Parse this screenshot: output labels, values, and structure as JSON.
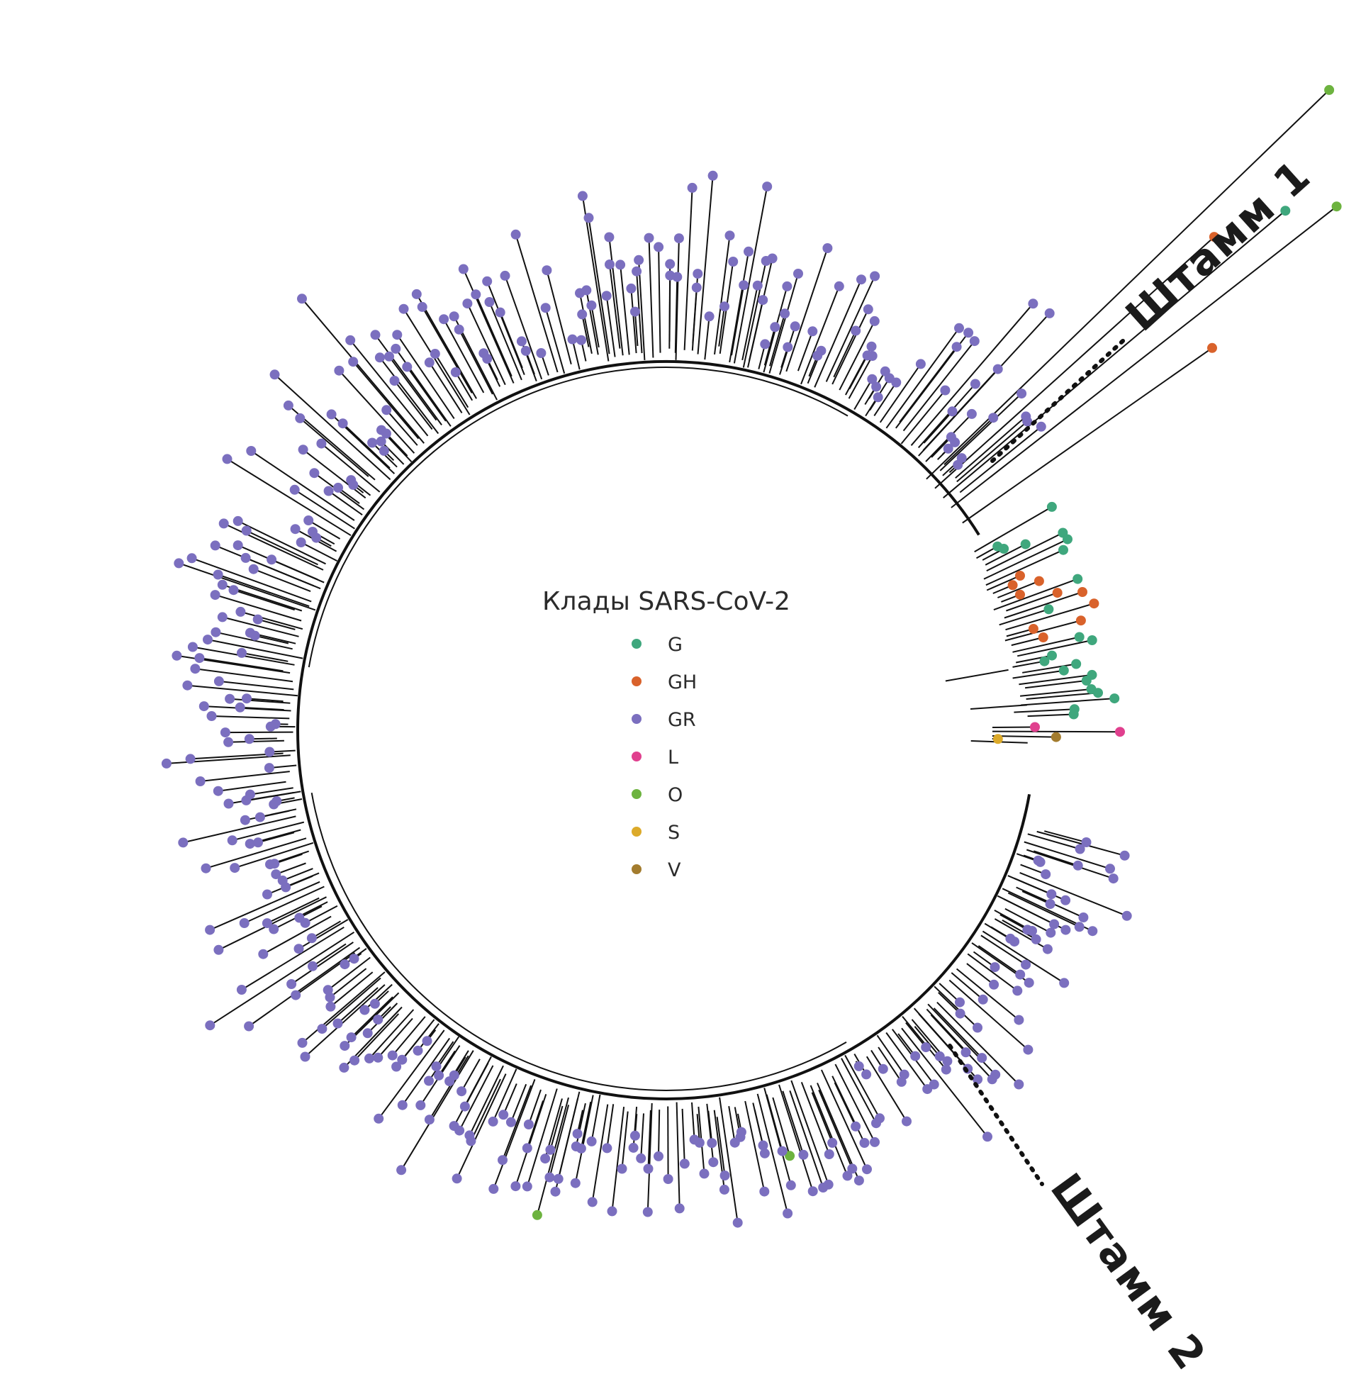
{
  "legend": {
    "title": "Клады SARS-CoV-2",
    "items": [
      {
        "clade": "G",
        "color": "#3fa77d"
      },
      {
        "clade": "GH",
        "color": "#d9622b"
      },
      {
        "clade": "GR",
        "color": "#7b6fbf"
      },
      {
        "clade": "L",
        "color": "#e0408e"
      },
      {
        "clade": "O",
        "color": "#6db33f"
      },
      {
        "clade": "S",
        "color": "#dcaa2a"
      },
      {
        "clade": "V",
        "color": "#a37c2e"
      }
    ]
  },
  "annotations": {
    "strain_1": "Штамм 1",
    "strain_2": "Штамм 2"
  }
}
